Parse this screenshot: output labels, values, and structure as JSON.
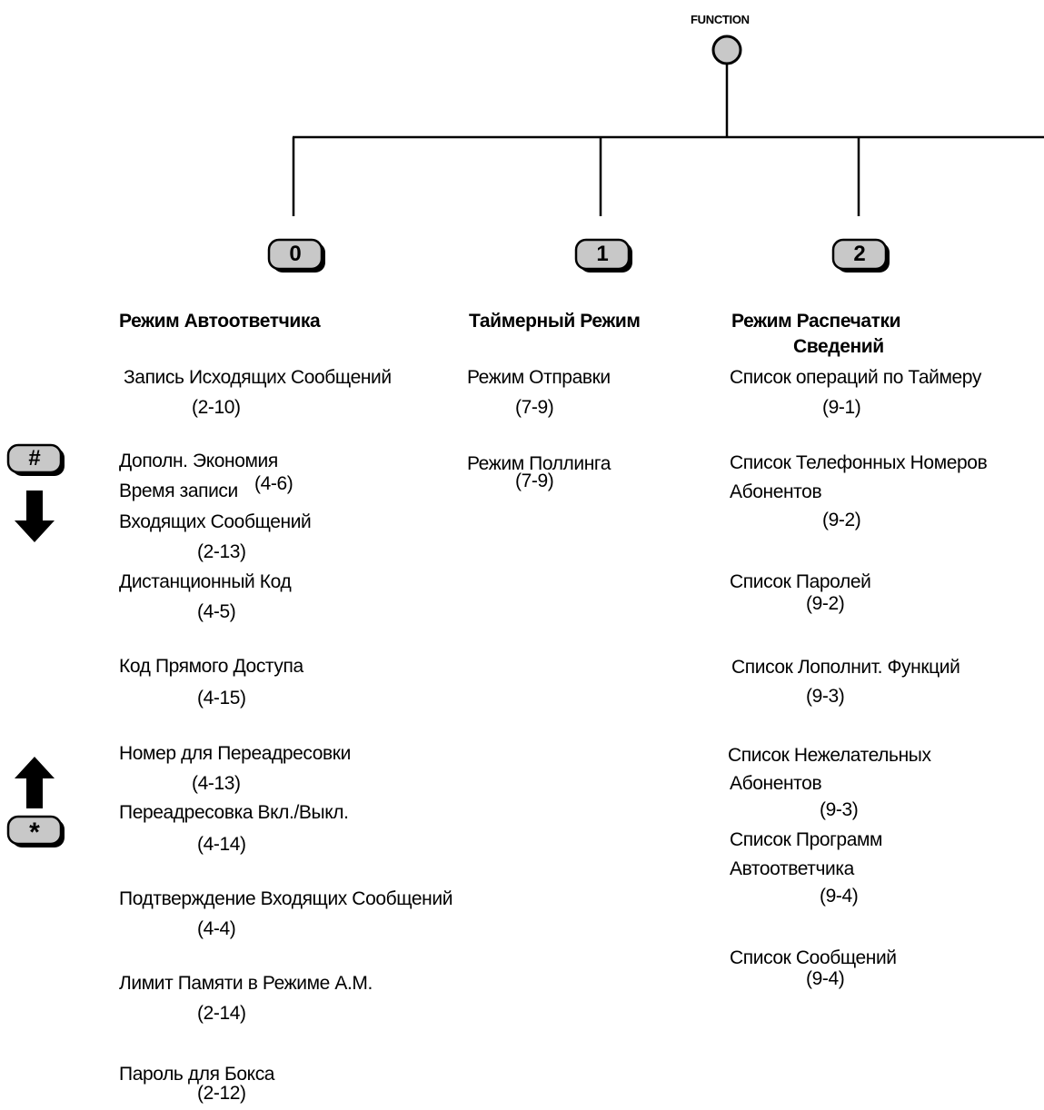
{
  "function_label": "FUNCTION",
  "keys": {
    "k0": "0",
    "k1": "1",
    "k2": "2",
    "hash": "#",
    "star": "*"
  },
  "col0": {
    "title": "Режим Автоответчика",
    "items": {
      "a1": "Запись Исходящих Сообщений",
      "a1r": "(2-10)",
      "a2a": "Дополн. Экономия",
      "a2b": "Время записи",
      "a2r": "(4-6)",
      "a3": "Входящих Сообщений",
      "a3r": "(2-13)",
      "a4": "Дистанционный Код",
      "a4r": "(4-5)",
      "a5": "Код Прямого Доступа",
      "a5r": "(4-15)",
      "a6": "Номер для Переадресовки",
      "a6r": "(4-13)",
      "a7": "Переадресовка Вкл./Выкл.",
      "a7r": "(4-14)",
      "a8": "Подтверждение Входящих Сообщений",
      "a8r": "(4-4)",
      "a9": "Лимит Памяти в Режиме А.М.",
      "a9r": "(2-14)",
      "a10": "Пароль для Бокса",
      "a10r": "(2-12)"
    }
  },
  "col1": {
    "title": "Таймерный Режим",
    "items": {
      "b1": "Режим Отправки",
      "b1r": "(7-9)",
      "b2": "Режим Поллинга",
      "b2r": "(7-9)"
    }
  },
  "col2": {
    "title1": "Режим Распечатки",
    "title2": "Сведений",
    "items": {
      "c1": "Список операций по Таймеру",
      "c1r": "(9-1)",
      "c2a": "Список Телефонных Номеров",
      "c2b": "Абонентов",
      "c2r": "(9-2)",
      "c3": "Список Паролей",
      "c3r": "(9-2)",
      "c4": "Список Лополнит. Функций",
      "c4r": "(9-3)",
      "c5a": "Список Нежелательных",
      "c5b": "Абонентов",
      "c5r": "(9-3)",
      "c6a": "Список Программ",
      "c6b": "Автоответчика",
      "c6r": "(9-4)",
      "c7": "Список Сообщений",
      "c7r": "(9-4)"
    }
  }
}
